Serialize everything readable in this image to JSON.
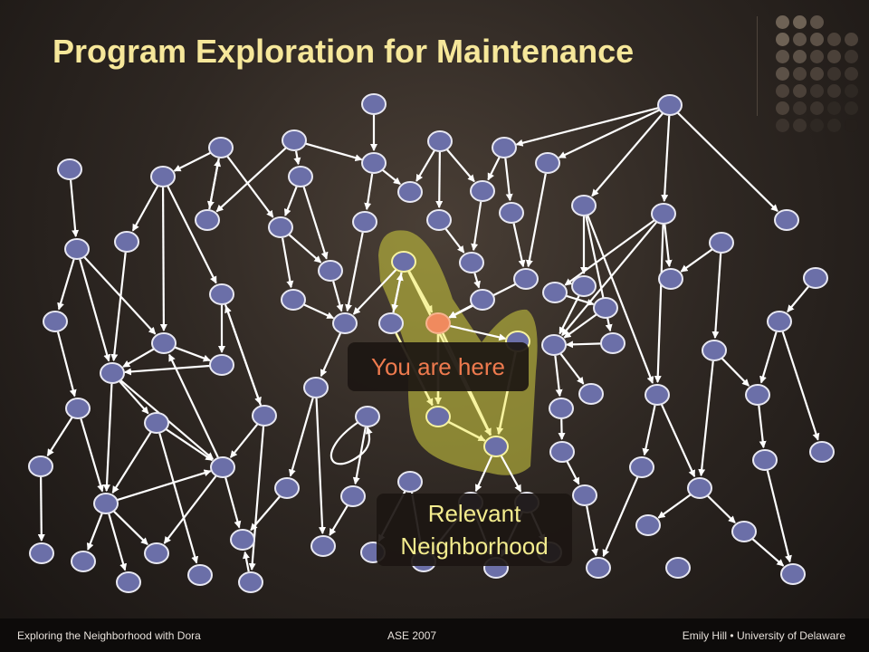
{
  "slide": {
    "title": "Program Exploration for Maintenance",
    "callout_current": "You are here",
    "callout_region_line1": "Relevant",
    "callout_region_line2": "Neighborhood"
  },
  "footer": {
    "left": "Exploring the Neighborhood with Dora",
    "center": "ASE 2007",
    "right": "Emily Hill • University of Delaware"
  },
  "colors": {
    "node_fill": "#6b6fa8",
    "node_stroke": "#e8e8f2",
    "edge": "#ffffff",
    "current_node": "#f08a5e",
    "highlight": "#c4c23e",
    "neighborhood_edge": "#f7f3a0",
    "title": "#f6e79a"
  }
}
